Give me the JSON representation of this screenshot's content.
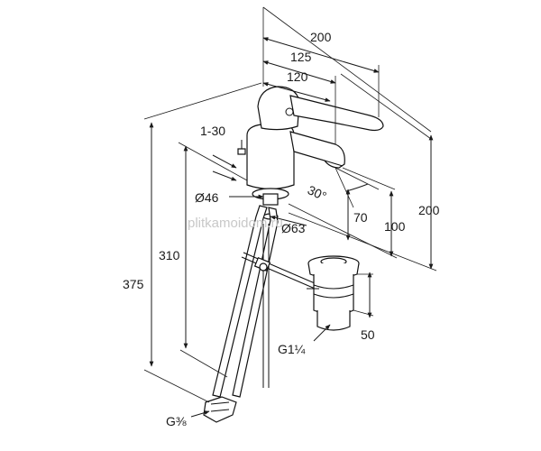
{
  "labels": {
    "dim_200_top": "200",
    "dim_125": "125",
    "dim_120": "120",
    "dim_1_30": "1-30",
    "dim_30deg": "30°",
    "dim_d46": "Ø46",
    "dim_d63": "Ø63",
    "dim_70": "70",
    "dim_100": "100",
    "dim_200_right": "200",
    "dim_375": "375",
    "dim_310": "310",
    "dim_50": "50",
    "thread_g114": "G1¼",
    "thread_g38": "G⅜"
  },
  "watermark": "plitkamoidom.ru"
}
